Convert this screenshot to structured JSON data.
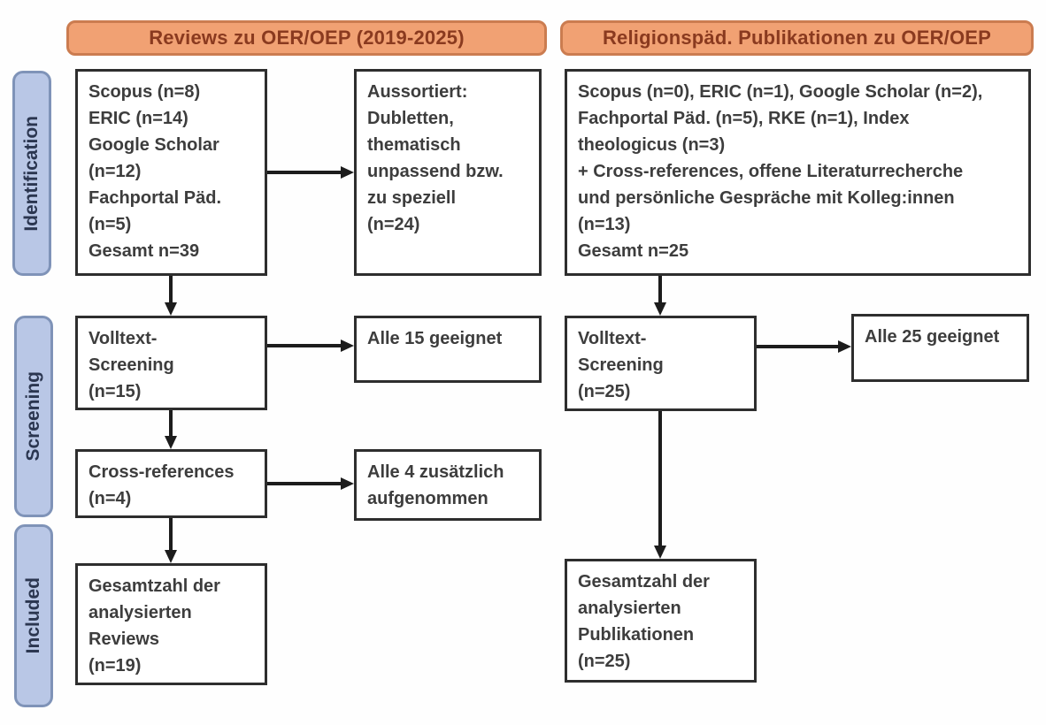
{
  "headers": {
    "left": "Reviews zu OER/OEP (2019-2025)",
    "right": "Religionspäd. Publikationen zu OER/OEP"
  },
  "stages": {
    "identification": "Identification",
    "screening": "Screening",
    "included": "Included"
  },
  "left_flow": {
    "sources": "Scopus (n=8)\nERIC (n=14)\nGoogle Scholar\n(n=12)\nFachportal Päd.\n(n=5)\nGesamt n=39",
    "excluded": "Aussortiert:\nDubletten,\nthematisch\nunpassend bzw.\nzu speziell\n(n=24)",
    "fulltext_screening": "Volltext-\nScreening\n(n=15)",
    "fulltext_result": "Alle 15 geeignet",
    "cross_references": "Cross-references\n(n=4)",
    "cross_references_result": "Alle 4 zusätzlich\naufgenommen",
    "included_total": "Gesamtzahl der\nanalysierten\nReviews\n(n=19)"
  },
  "right_flow": {
    "sources": "Scopus (n=0), ERIC (n=1), Google Scholar (n=2),\nFachportal Päd. (n=5), RKE (n=1), Index\ntheologicus (n=3)\n+ Cross-references, offene Literaturrecherche\nund persönliche Gespräche mit Kolleg:innen\n(n=13)\nGesamt n=25",
    "fulltext_screening": "Volltext-\nScreening\n(n=25)",
    "fulltext_result": "Alle 25 geeignet",
    "included_total": "Gesamtzahl der\nanalysierten\nPublikationen\n(n=25)"
  },
  "colors": {
    "header_fill": "#f1a173",
    "header_border": "#cb7c50",
    "header_text": "#8a3a1f",
    "stage_fill": "#b9c7e6",
    "stage_border": "#7f93b8",
    "stage_text": "#2b3650",
    "box_border": "#2e2e2e",
    "box_text": "#3d3d3d",
    "arrow": "#1c1c1c"
  }
}
